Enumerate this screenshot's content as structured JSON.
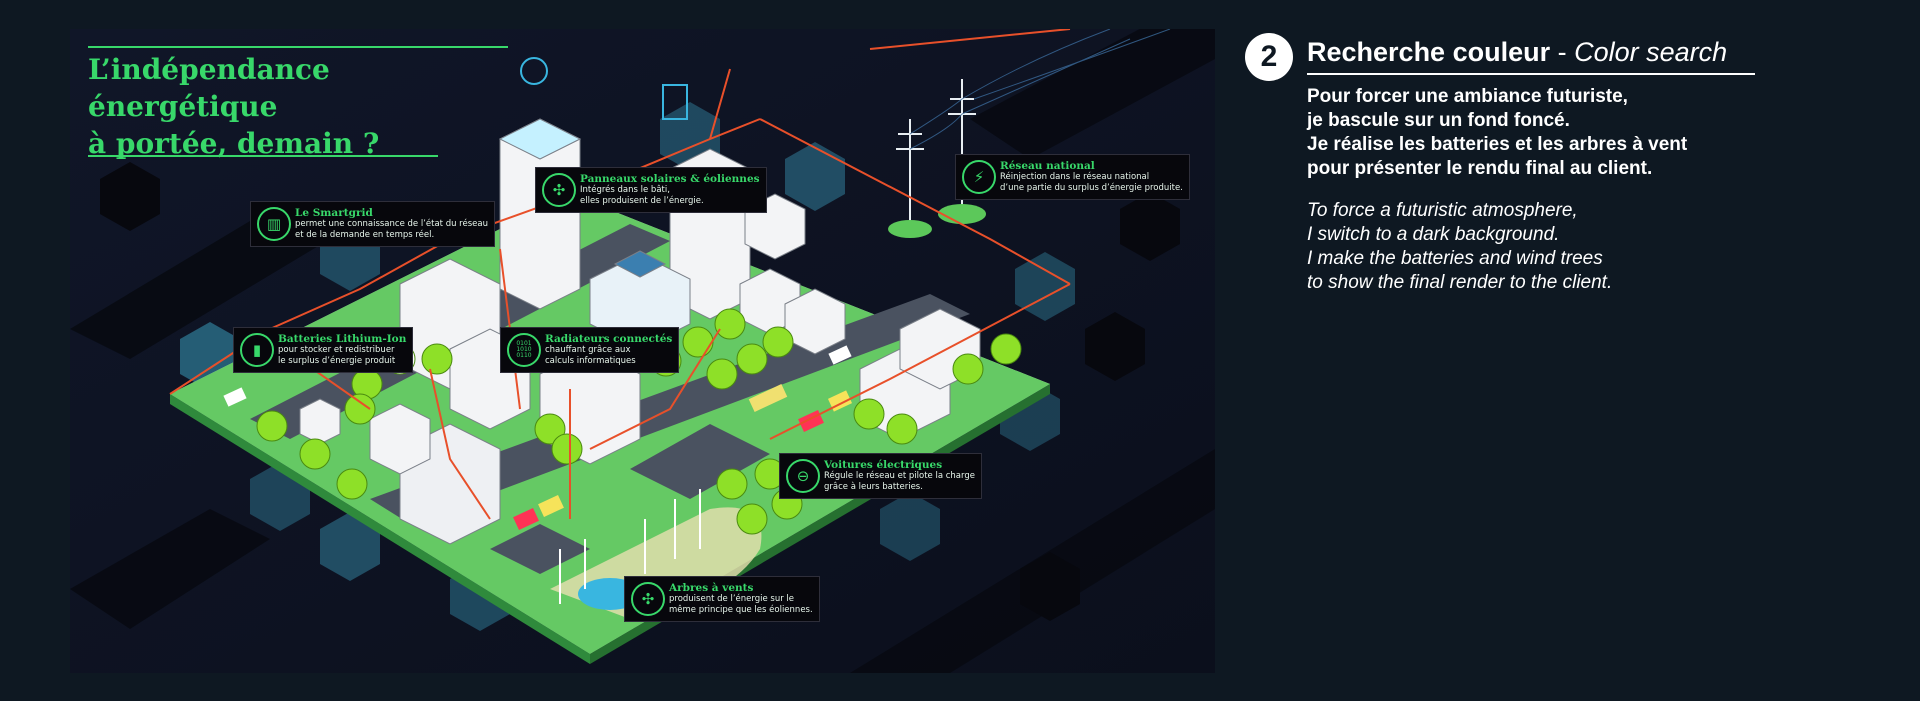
{
  "illustration": {
    "title_lines": [
      "L’indépendance énergétique",
      "à portée, demain ?"
    ],
    "callouts": {
      "smartgrid": {
        "icon": "bar-chart-icon",
        "title": "Le Smartgrid",
        "desc": "permet une connaissance de l’état du réseau\net de la demande en temps réel."
      },
      "solar": {
        "icon": "wind-turbine-icon",
        "title": "Panneaux solaires & éoliennes",
        "desc": "Intégrés dans le bâti,\nelles produisent de l’énergie."
      },
      "national": {
        "icon": "lightning-icon",
        "title": "Réseau national",
        "desc": "Réinjection dans le réseau national\nd’une partie du surplus d’énergie produite."
      },
      "batteries": {
        "icon": "battery-icon",
        "title": "Batteries Lithium-Ion",
        "desc": "pour stocker et redistribuer\nle surplus d’énergie produit"
      },
      "radiators": {
        "icon": "binary-icon",
        "icon_text": "0101\n1010\n0110",
        "title": "Radiateurs connectés",
        "desc": "chauffant grâce aux\ncalculs informatiques"
      },
      "cars": {
        "icon": "car-icon",
        "title": "Voitures électriques",
        "desc": "Régule le réseau et pilote la charge\ngrâce à leurs batteries."
      },
      "trees": {
        "icon": "wind-turbine-icon",
        "title": "Arbres à vents",
        "desc": "produisent de l’énergie sur le\nmême principe que les éoliennes."
      }
    },
    "colors": {
      "grass": "#5cc85a",
      "tree": "#8ee028",
      "wire": "#e8502a",
      "accent": "#38d86a",
      "hex": "#3a8ea8"
    }
  },
  "right_panel": {
    "step_number": "2",
    "heading_fr": "Recherche couleur",
    "heading_sep": " - ",
    "heading_en": "Color search",
    "paragraph_fr": [
      "Pour forcer une ambiance futuriste,",
      "je bascule sur un fond foncé.",
      "Je réalise les batteries et les arbres à vent",
      "pour présenter le rendu final au client."
    ],
    "paragraph_en": [
      "To force a futuristic atmosphere,",
      "I switch to a dark background.",
      "I make the batteries and wind trees",
      "to show the final render to the client."
    ]
  }
}
